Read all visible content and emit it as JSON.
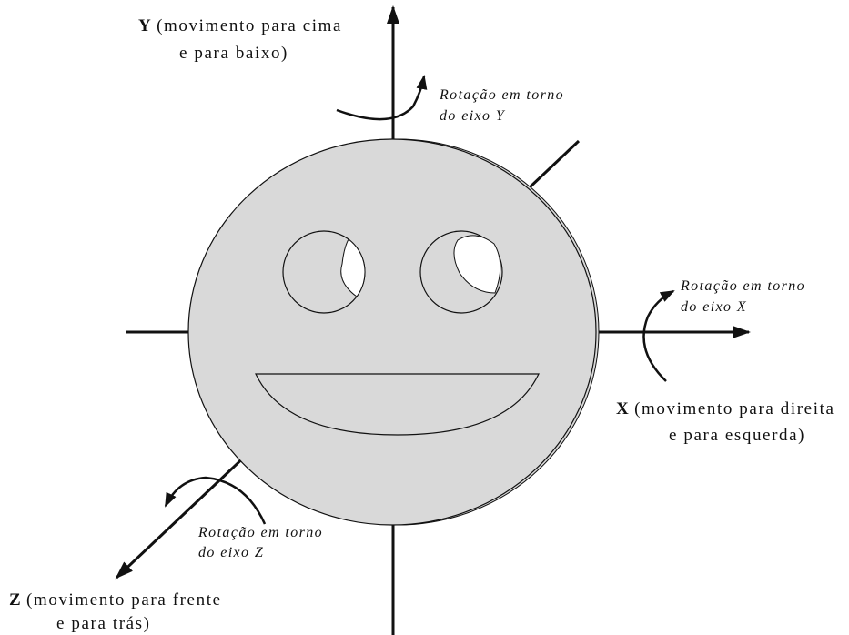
{
  "colors": {
    "face_fill": "#d9d9d9",
    "stroke": "#111111",
    "eye_fill": "#ffffff",
    "background": "#ffffff"
  },
  "y_axis": {
    "letter": "Y",
    "line1": " (movimento para  cima",
    "line2": "e para baixo)"
  },
  "x_axis": {
    "letter": "X",
    "line1": " (movimento para direita",
    "line2": "e para esquerda)"
  },
  "z_axis": {
    "letter": "Z",
    "line1": " (movimento para  frente",
    "line2": "e para trás)"
  },
  "rotation_y": {
    "line1": "Rotação em torno",
    "line2": "do eixo Y"
  },
  "rotation_x": {
    "line1": "Rotação em torno",
    "line2": "do eixo X"
  },
  "rotation_z": {
    "line1": "Rotação em torno",
    "line2": "do eixo Z"
  }
}
